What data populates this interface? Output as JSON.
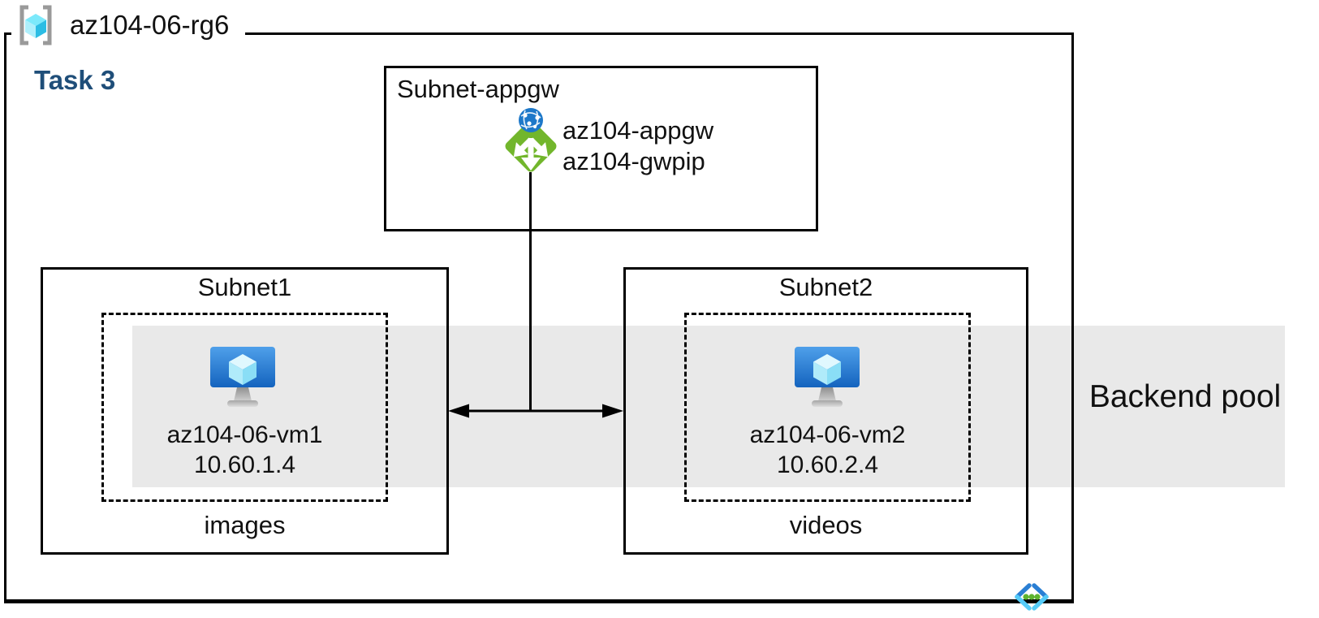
{
  "title": {
    "resource_group": "az104-06-rg6",
    "task": "Task 3"
  },
  "appgw_subnet": {
    "title": "Subnet-appgw",
    "gateway_name": "az104-appgw",
    "gateway_pip": "az104-gwpip"
  },
  "subnet1": {
    "title": "Subnet1",
    "vm": {
      "name": "az104-06-vm1",
      "ip": "10.60.1.4"
    },
    "storage_label": "images"
  },
  "subnet2": {
    "title": "Subnet2",
    "vm": {
      "name": "az104-06-vm2",
      "ip": "10.60.2.4"
    },
    "storage_label": "videos"
  },
  "backend_pool": {
    "label": "Backend pool"
  },
  "icons": {
    "resource_group": "resource-group-icon",
    "application_gateway": "application-gateway-icon",
    "virtual_machine": "virtual-machine-icon",
    "virtual_network": "virtual-network-icon"
  },
  "colors": {
    "backend_pool_band": "#e9e9e9",
    "task_label": "#1f4e79",
    "appgw_green": "#72b62c",
    "globe_blue": "#1d78c9",
    "vm_screen_top": "#4fa0ea",
    "vm_screen_bottom": "#1463be",
    "vnet_dark_blue": "#2a7fd4",
    "vnet_light_blue": "#55cbf8",
    "vnet_dot_green": "#5eb32f",
    "rg_bracket_gray": "#9a9a9a",
    "line_color": "#000000"
  }
}
